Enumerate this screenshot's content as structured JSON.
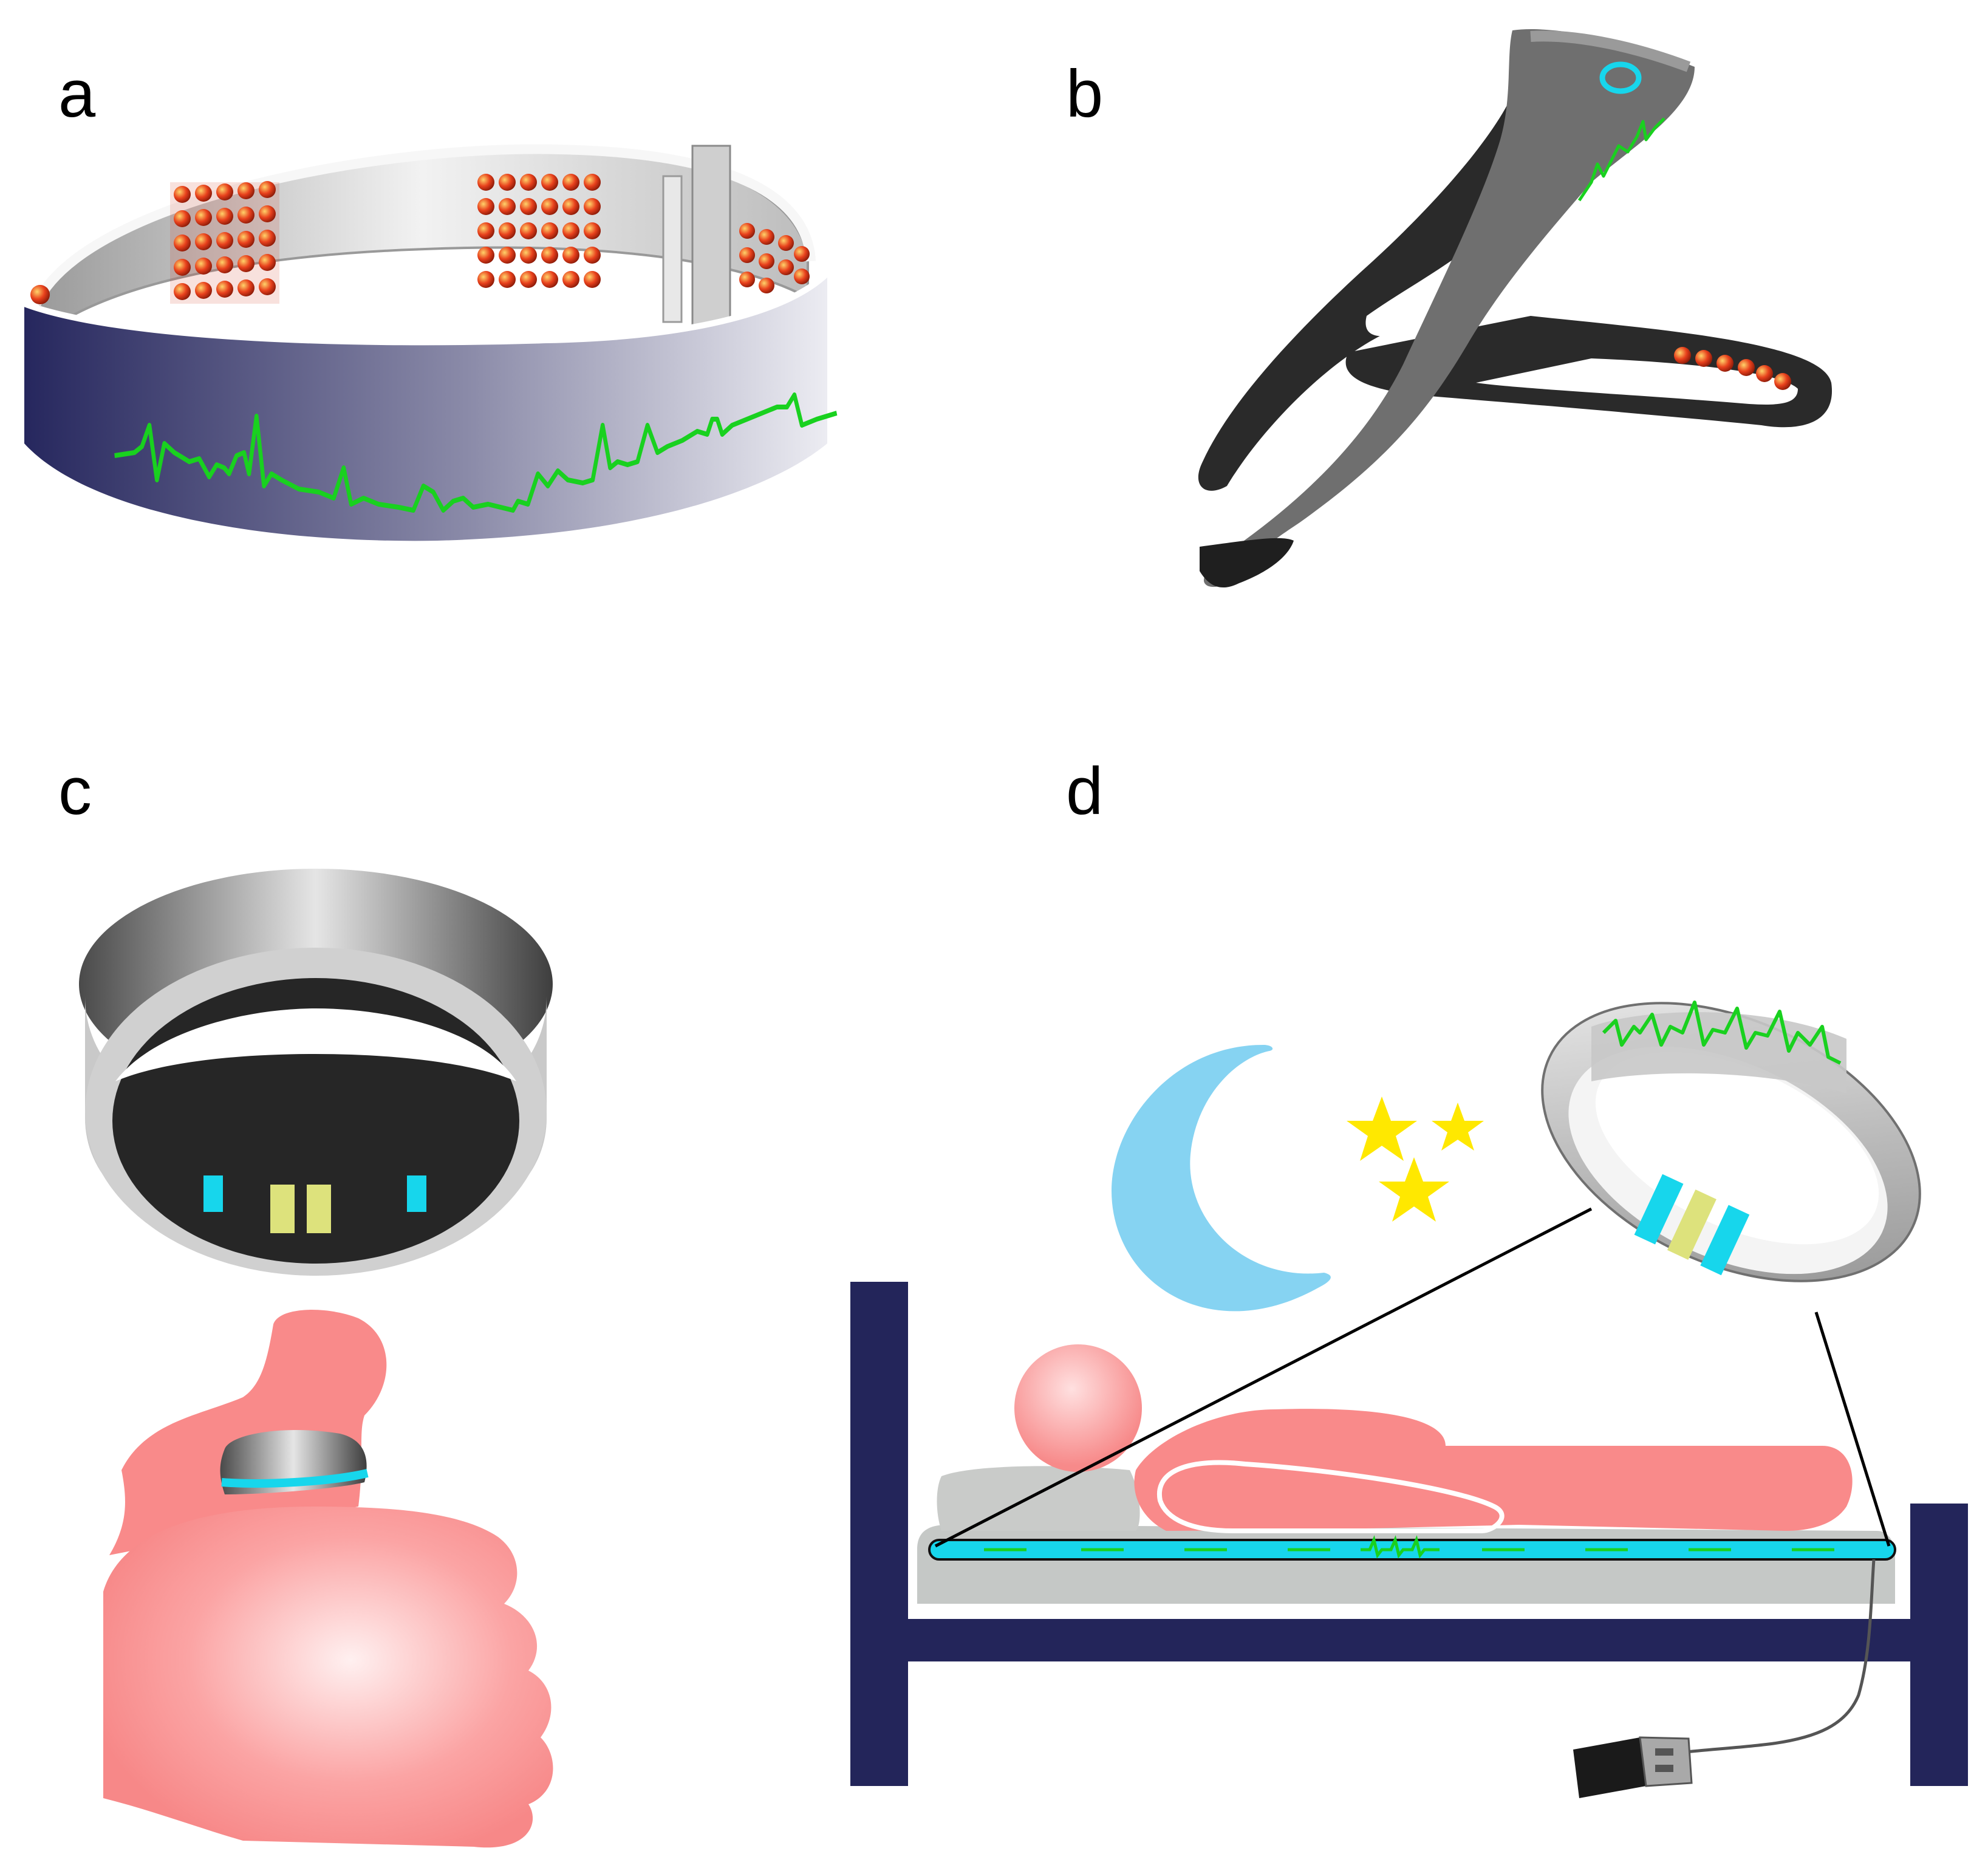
{
  "panels": {
    "a": {
      "label": "a",
      "device": "sensor-headband"
    },
    "b": {
      "label": "b",
      "device": "sensor-headset"
    },
    "c": {
      "label": "c",
      "device": "smart-ring"
    },
    "d": {
      "label": "d",
      "device": "bed-sensor-mat"
    }
  },
  "colors": {
    "ecg": "#19d11f",
    "electrode": "#e0301a",
    "optical_sensor": "#17d6ec",
    "ring_chip": "#dde27c",
    "bed_frame": "#23255a",
    "skin": "#f9898a",
    "moon": "#86d3f2",
    "star": "#ffe800",
    "band_dark": "#2c2d6a",
    "headset_dark": "#2a2a2a",
    "headset_grey": "#6f6f6f"
  },
  "icons": [
    "ecg-waveform-icon",
    "electrode-array-icon",
    "moon-icon",
    "star-icon",
    "usb-plug-icon",
    "thumbs-up-hand-icon"
  ]
}
